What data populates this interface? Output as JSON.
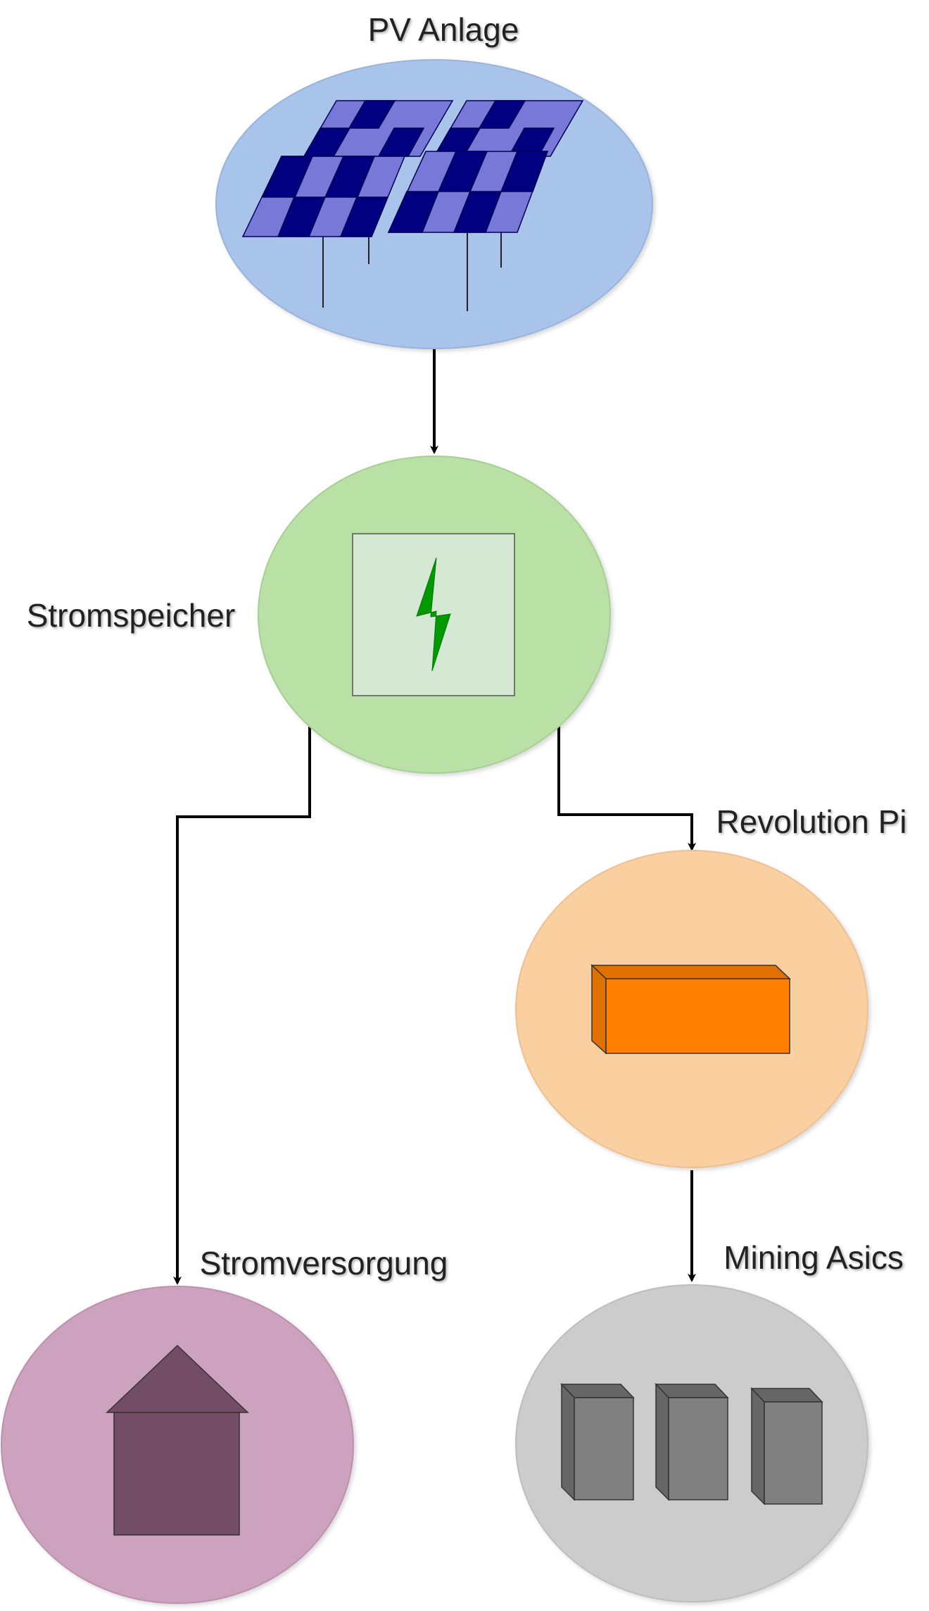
{
  "diagram": {
    "nodes": [
      {
        "id": "pv",
        "label": "PV Anlage",
        "icon": "solar-panel-icon",
        "fill": "#a9c4eb"
      },
      {
        "id": "storage",
        "label": "Stromspeicher",
        "icon": "lightning-bolt-icon",
        "fill": "#b9e0a5"
      },
      {
        "id": "revpi",
        "label": "Revolution Pi",
        "icon": "device-box-icon",
        "fill": "#fad9a6"
      },
      {
        "id": "power",
        "label": "Stromversorgung",
        "icon": "house-icon",
        "fill": "#cda2be"
      },
      {
        "id": "asics",
        "label": "Mining Asics",
        "icon": "server-blocks-icon",
        "fill": "#cccccc"
      }
    ],
    "edges": [
      {
        "from": "pv",
        "to": "storage"
      },
      {
        "from": "storage",
        "to": "power"
      },
      {
        "from": "storage",
        "to": "revpi"
      },
      {
        "from": "revpi",
        "to": "asics"
      }
    ]
  }
}
